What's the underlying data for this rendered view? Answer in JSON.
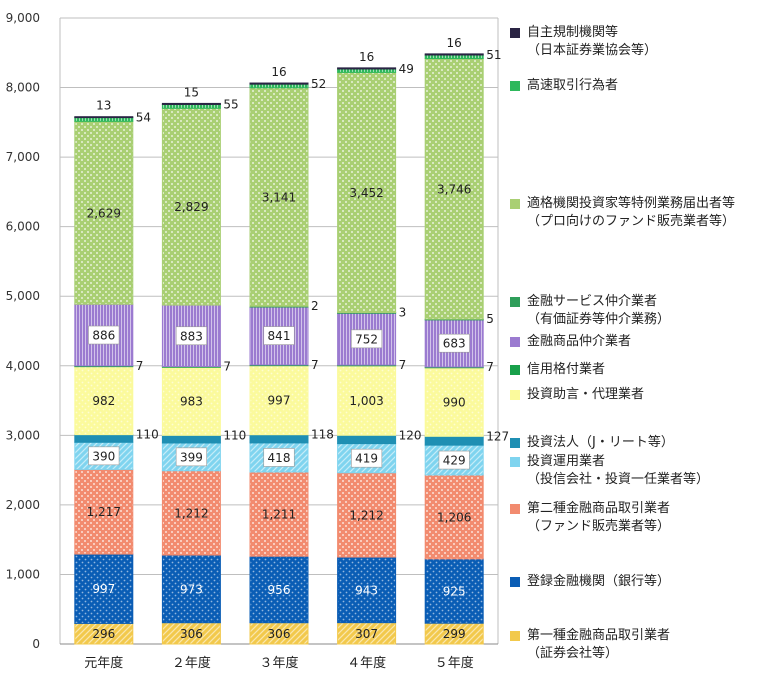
{
  "chart_data": {
    "type": "bar",
    "stacked": true,
    "categories": [
      "元年度",
      "２年度",
      "３年度",
      "４年度",
      "５年度"
    ],
    "ylim": [
      0,
      9000
    ],
    "yticks": [
      "0",
      "1,000",
      "2,000",
      "3,000",
      "4,000",
      "5,000",
      "6,000",
      "7,000",
      "8,000",
      "9,000"
    ],
    "grid": true,
    "legend_position": "right",
    "series": [
      {
        "key": "type1",
        "name": "第一種金融商品取引業者",
        "name2": "（証券会社等）",
        "values": [
          296,
          306,
          306,
          307,
          299
        ],
        "labels": [
          "296",
          "306",
          "306",
          "307",
          "299"
        ],
        "color": "#f2c94c",
        "pattern": "diag"
      },
      {
        "key": "bank",
        "name": "登録金融機関（銀行等）",
        "name2": "",
        "values": [
          997,
          973,
          956,
          943,
          925
        ],
        "labels": [
          "997",
          "973",
          "956",
          "943",
          "925"
        ],
        "color": "#0a5db5",
        "pattern": "dots"
      },
      {
        "key": "type2",
        "name": "第二種金融商品取引業者",
        "name2": "（ファンド販売業者等）",
        "values": [
          1217,
          1212,
          1211,
          1212,
          1206
        ],
        "labels": [
          "1,217",
          "1,212",
          "1,211",
          "1,212",
          "1,206"
        ],
        "color": "#f28b6f",
        "pattern": "checker"
      },
      {
        "key": "invmgmt",
        "name": "投資運用業者",
        "name2": "（投信会社・投資一任業者等）",
        "values": [
          390,
          399,
          418,
          419,
          429
        ],
        "labels": [
          "390",
          "399",
          "418",
          "419",
          "429"
        ],
        "color": "#7fd4ef",
        "pattern": "diag"
      },
      {
        "key": "reit",
        "name": "投資法人（J・リート等）",
        "name2": "",
        "values": [
          110,
          110,
          118,
          120,
          127
        ],
        "labels": [
          "110",
          "110",
          "118",
          "120",
          "127"
        ],
        "color": "#1f8fb3",
        "pattern": "solid"
      },
      {
        "key": "advisory",
        "name": "投資助言・代理業者",
        "name2": "",
        "values": [
          982,
          983,
          997,
          1003,
          990
        ],
        "labels": [
          "982",
          "983",
          "997",
          "1,003",
          "990"
        ],
        "color": "#fbfa9c",
        "pattern": "dots"
      },
      {
        "key": "rating",
        "name": "信用格付業者",
        "name2": "",
        "values": [
          7,
          7,
          7,
          7,
          7
        ],
        "labels": [
          "7",
          "7",
          "7",
          "7",
          "7"
        ],
        "color": "#18a04a",
        "pattern": "solid"
      },
      {
        "key": "broker",
        "name": "金融商品仲介業者",
        "name2": "",
        "values": [
          886,
          883,
          841,
          752,
          683
        ],
        "labels": [
          "886",
          "883",
          "841",
          "752",
          "683"
        ],
        "color": "#9b7bd0",
        "pattern": "vlines"
      },
      {
        "key": "finsvc",
        "name": "金融サービス仲介業者",
        "name2": "（有価証券等仲介業務）",
        "values": [
          0,
          0,
          2,
          3,
          5
        ],
        "labels": [
          "",
          "",
          "2",
          "3",
          "5"
        ],
        "color": "#2f9e5a",
        "pattern": "diag"
      },
      {
        "key": "qii",
        "name": "適格機関投資家等特例業務届出者等",
        "name2": "（プロ向けのファンド販売業者等）",
        "values": [
          2629,
          2829,
          3141,
          3452,
          3746
        ],
        "labels": [
          "2,629",
          "2,829",
          "3,141",
          "3,452",
          "3,746"
        ],
        "color": "#a9cf73",
        "pattern": "checker"
      },
      {
        "key": "hft",
        "name": "高速取引行為者",
        "name2": "",
        "values": [
          54,
          55,
          52,
          49,
          51
        ],
        "labels": [
          "54",
          "55",
          "52",
          "49",
          "51"
        ],
        "color": "#2eb85c",
        "pattern": "vlines"
      },
      {
        "key": "sro",
        "name": "自主規制機関等",
        "name2": "（日本証券業協会等）",
        "values": [
          13,
          15,
          16,
          16,
          16
        ],
        "labels": [
          "13",
          "15",
          "16",
          "16",
          "16"
        ],
        "color": "#2a2444",
        "pattern": "solid"
      }
    ]
  }
}
